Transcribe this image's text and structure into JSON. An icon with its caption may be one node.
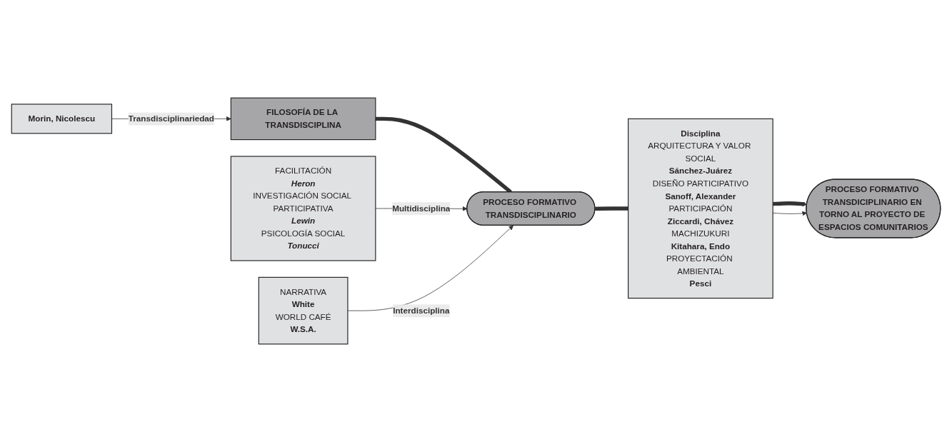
{
  "diagram": {
    "nodes": [
      {
        "text": [
          "FACILITACIÓN",
          "Heron",
          "INVESTIGACIÓN SOCIAL PARTICIPATIVA",
          "Lewin",
          "PSICOLOGÍA SOCIAL",
          "Tonucci"
        ]
      },
      {
        "text": [
          "Disciplina",
          "ARQUITECTURA Y VALOR SOCIAL",
          "Sánchez-Juárez",
          "DISEÑO PARTICIPATIVO",
          "Sanoff, Alexander",
          "PARTICIPACIÓN",
          "Ziccardi, Chávez",
          "MACHIZUKURI",
          "Kitahara, Endo",
          "PROYECTACIÓN AMBIENTAL",
          "Pesci"
        ]
      },
      {
        "text": [
          "FILOSOFÍA DE LA TRANSDISCIPLINA"
        ]
      },
      {
        "text": [
          "PROCESO FORMATIVO TRANSDISCIPLINARIO"
        ]
      },
      {
        "text": [
          "PROCESO FORMATIVO TRANSDICIPLINARIO EN TORNO AL PROYECTO DE ESPACIOS COMUNITARIOS"
        ]
      },
      {
        "text": [
          "Morin, Nicolescu"
        ]
      },
      {
        "text": [
          "NARRATIVA",
          "White",
          "WORLD CAFÉ",
          "W.S.A."
        ]
      }
    ],
    "edges": [
      {
        "from": 2,
        "to": 3,
        "arrow": "none",
        "style": "thick"
      },
      {
        "from": 3,
        "to": 1,
        "arrow": "none",
        "style": "thick"
      },
      {
        "from": 1,
        "to": 4,
        "arrow": "to",
        "style": "thick"
      },
      {
        "from": 0,
        "to": 3,
        "arrow": "to",
        "label": "Multidisciplina"
      },
      {
        "from": 5,
        "to": 2,
        "arrow": "to",
        "label": "Transdisciplinariedad"
      },
      {
        "from": 6,
        "to": 3,
        "arrow": "to",
        "label": "Interdisciplina"
      },
      {
        "from": 1,
        "to": 4,
        "arrow": "to"
      }
    ]
  }
}
